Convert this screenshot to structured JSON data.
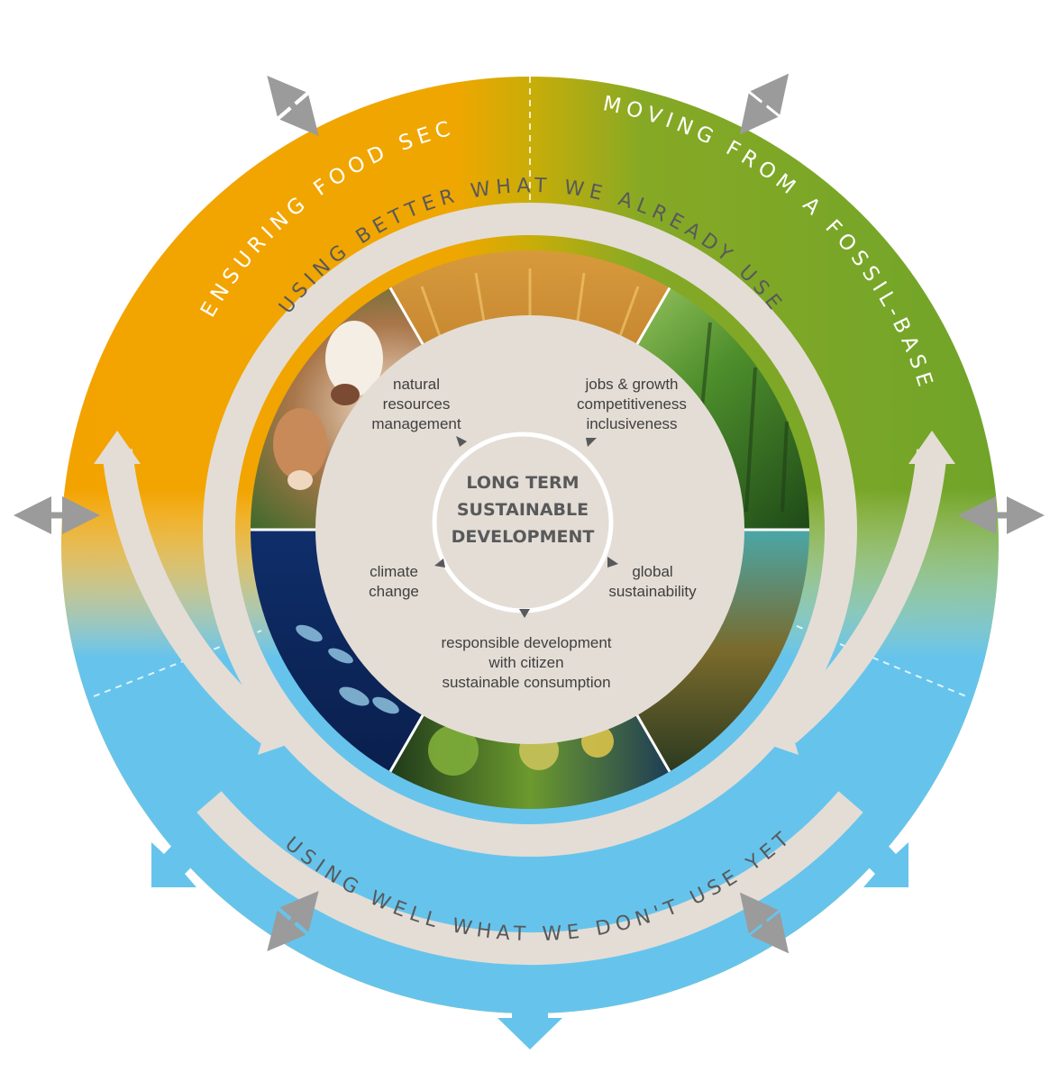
{
  "outer_ring": {
    "food_security": "ENSURING FOOD SECURITY",
    "bioeconomy": "MOVING FROM A FOSSIL-BASED ECONOMY TO A BIOECONOMY",
    "inner_arc_top": "USING BETTER WHAT WE ALREADY USE",
    "inner_arc_bottom": "USING WELL WHAT WE DON'T USE YET"
  },
  "center": {
    "title_line1": "LONG TERM",
    "title_line2": "SUSTAINABLE",
    "title_line3": "DEVELOPMENT"
  },
  "topics": {
    "natural_resources": [
      "natural",
      "resources",
      "management"
    ],
    "jobs": [
      "jobs & growth",
      "competitiveness",
      "inclusiveness"
    ],
    "climate": [
      "climate",
      "change"
    ],
    "global": [
      "global",
      "sustainability"
    ],
    "responsible": [
      "responsible development",
      "with citizen",
      "sustainable consumption"
    ]
  },
  "colors": {
    "orange": "#f0a500",
    "green": "#72a52a",
    "blue": "#66c4ec",
    "band": "#e4ddd5",
    "core": "#e4ddd5",
    "text_gray": "#58595b",
    "arrow_gray": "#9b9b9b"
  },
  "photo_segments": [
    "cows",
    "wheat",
    "forest",
    "seaweed",
    "coral",
    "fish"
  ]
}
